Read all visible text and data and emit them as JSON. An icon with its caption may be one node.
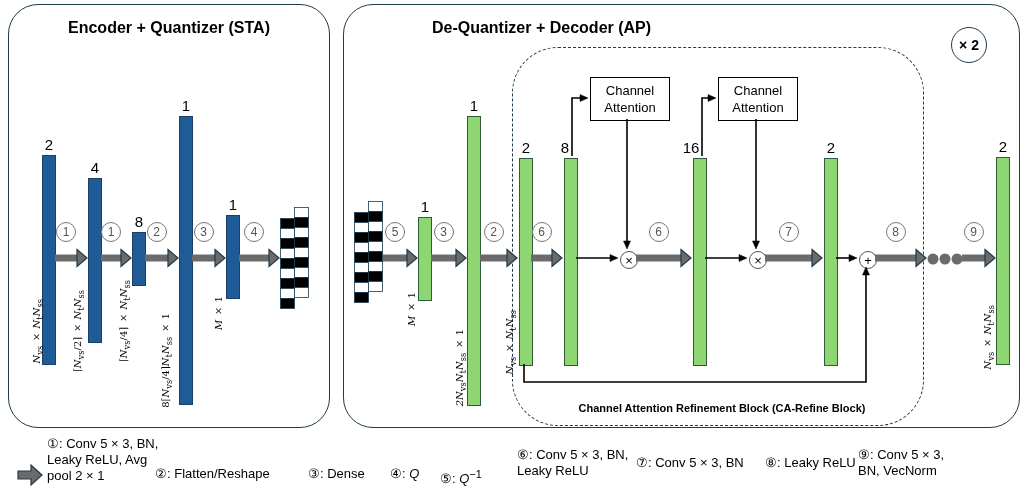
{
  "diagram": {
    "nodes": [
      {
        "text": [
          "Encoder + Quantizer (STA)"
        ]
      },
      {
        "text": [
          "2"
        ],
        "in": 0,
        "beside": [
          "*N*$_{vs}$ × *N*$_{t}$*N*$_{ss}$"
        ]
      },
      {
        "text": [
          "4"
        ],
        "in": 0,
        "beside": [
          "⌈*N*$_{vs}$/2⌉ × *N*$_{t}$*N*$_{ss}$"
        ]
      },
      {
        "text": [
          "8"
        ],
        "in": 0,
        "beside": [
          "⌈*N*$_{vs}$/4⌉ × *N*$_{t}$*N*$_{ss}$"
        ]
      },
      {
        "text": [
          "1"
        ],
        "in": 0,
        "beside": [
          "8⌈*N*$_{vs}$/4⌉*N*$_{t}$*N*$_{ss}$ × 1"
        ]
      },
      {
        "text": [
          "1"
        ],
        "in": 0,
        "beside": [
          "*M* × 1"
        ]
      },
      {
        "text": [],
        "shape": "box",
        "in": 0
      },
      {
        "text": [
          "De-Quantizer + Decoder (AP)"
        ]
      },
      {
        "text": [
          "× 2"
        ],
        "in": 7
      },
      {
        "text": [],
        "shape": "box",
        "in": 7
      },
      {
        "text": [
          "1"
        ],
        "in": 7,
        "beside": [
          "*M* × 1"
        ]
      },
      {
        "text": [
          "1"
        ],
        "in": 7,
        "beside": [
          "*2N*$_{vs}$*N*$_{t}$*N*$_{ss}$ × 1"
        ]
      },
      {
        "text": [
          "Channel Attention Refinement Block (CA-Refine Block)"
        ],
        "in": 7
      },
      {
        "text": [
          "2"
        ],
        "in": 12,
        "beside": [
          "*N*$_{vs}$ × *N*$_{t}$*N*$_{ss}$"
        ]
      },
      {
        "text": [
          "8"
        ],
        "in": 12
      },
      {
        "text": [
          "Channel Attention"
        ],
        "in": 12
      },
      {
        "text": [
          "×"
        ],
        "in": 12
      },
      {
        "text": [
          "16"
        ],
        "in": 12
      },
      {
        "text": [
          "Channel Attention"
        ],
        "in": 12
      },
      {
        "text": [
          "×"
        ],
        "in": 12
      },
      {
        "text": [
          "2"
        ],
        "in": 12
      },
      {
        "text": [
          "+"
        ],
        "in": 12
      },
      {
        "text": [],
        "shape": "circle",
        "in": 7
      },
      {
        "text": [
          "2"
        ],
        "in": 7,
        "beside": [
          "*N*$_{vs}$ × *N*$_{t}$*N*$_{ss}$"
        ]
      }
    ],
    "edges": [
      {
        "from": 1,
        "to": 2,
        "arrow": "to",
        "label": "1"
      },
      {
        "from": 2,
        "to": 3,
        "arrow": "to",
        "label": "1"
      },
      {
        "from": 3,
        "to": 4,
        "arrow": "to",
        "label": "2"
      },
      {
        "from": 4,
        "to": 5,
        "arrow": "to",
        "label": "3"
      },
      {
        "from": 5,
        "to": 6,
        "arrow": "to",
        "label": "4"
      },
      {
        "from": 9,
        "to": 10,
        "arrow": "to",
        "label": "5"
      },
      {
        "from": 10,
        "to": 11,
        "arrow": "to",
        "label": "3"
      },
      {
        "from": 11,
        "to": 13,
        "arrow": "to",
        "label": "2"
      },
      {
        "from": 13,
        "to": 14,
        "arrow": "to",
        "label": "6"
      },
      {
        "from": 14,
        "to": 15,
        "arrow": "to",
        "color": "#000000"
      },
      {
        "from": 15,
        "to": 16,
        "arrow": "to",
        "color": "#000000"
      },
      {
        "from": 14,
        "to": 16,
        "arrow": "to",
        "color": "#000000"
      },
      {
        "from": 16,
        "to": 17,
        "arrow": "to",
        "label": "6"
      },
      {
        "from": 17,
        "to": 18,
        "arrow": "to",
        "color": "#000000"
      },
      {
        "from": 18,
        "to": 19,
        "arrow": "to",
        "color": "#000000"
      },
      {
        "from": 17,
        "to": 19,
        "arrow": "to",
        "color": "#000000"
      },
      {
        "from": 19,
        "to": 20,
        "arrow": "to",
        "label": "7"
      },
      {
        "from": 20,
        "to": 21,
        "arrow": "to",
        "color": "#000000"
      },
      {
        "from": 13,
        "to": 21,
        "arrow": "to",
        "color": "#000000"
      },
      {
        "from": 21,
        "to": 22,
        "arrow": "to",
        "label": "8"
      },
      {
        "from": 22,
        "to": 23,
        "arrow": "to",
        "label": "9"
      }
    ],
    "labels": [
      "②: Flatten/Reshape",
      "③: Dense",
      "④: *Q*",
      "⑤: *Q*$^{−1}$",
      "⑥: Conv 5 × 3, BN, Leaky ReLU",
      "⑦: Conv 5 × 3, BN",
      "⑧: Leaky ReLU",
      "⑨: Conv 5 × 3, BN, VecNorm"
    ],
    "legend": [
      {
        "text": "①: Conv 5 × 3, BN, Leaky ReLU, Avg pool 2 × 1"
      }
    ]
  }
}
